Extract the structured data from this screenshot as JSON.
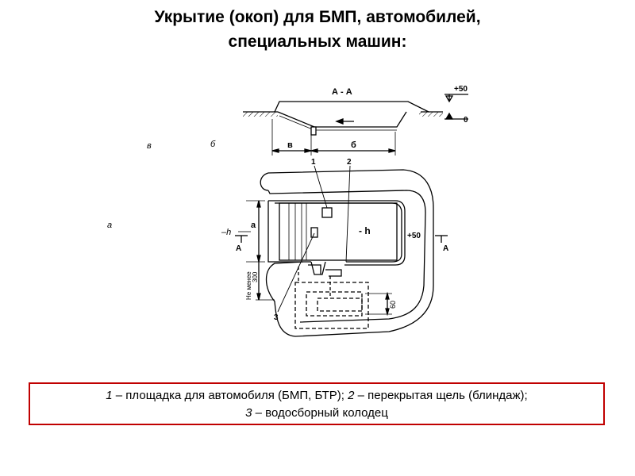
{
  "title": {
    "line1": "Укрытие (окоп) для БМП, автомобилей,",
    "line2": "специальных машин:"
  },
  "section": {
    "label": "А - А",
    "mark_plus50": "+50",
    "mark_zero": "0",
    "dim_v": "в",
    "dim_b": "б"
  },
  "plan": {
    "callout_1": "1",
    "callout_2": "2",
    "callout_3": "3",
    "depth_label": "- h",
    "depth_left": "–h",
    "dim_a": "а",
    "mark_plus50": "+50",
    "cut_left": "А",
    "cut_right": "А",
    "dim_60": "60",
    "dim_not_less": "Не менее",
    "dim_300": "300"
  },
  "stray": {
    "v": "в",
    "b": "б",
    "a": "а"
  },
  "caption": {
    "n1": "1",
    "t1": " – площадка для автомобиля (БМП, БТР); ",
    "n2": "2",
    "t2": " – перекрытая щель (блиндаж);",
    "n3": "3",
    "t3": " – водосборный колодец"
  },
  "colors": {
    "caption_border": "#c00000",
    "line": "#000000"
  }
}
